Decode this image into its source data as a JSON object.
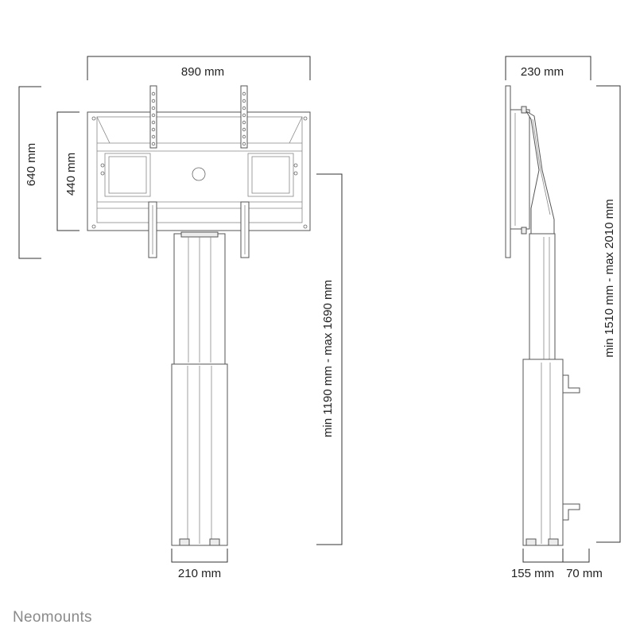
{
  "brand": {
    "name": "Neomounts"
  },
  "front_view": {
    "width_label": "890 mm",
    "overall_height_label": "640 mm",
    "interface_height_label": "440 mm",
    "height_range_label": "min 1190 mm - max 1690 mm",
    "column_width_label": "210 mm"
  },
  "side_view": {
    "depth_label": "230 mm",
    "height_range_label": "min 1510 mm - max 2010 mm",
    "base_depth_label": "155 mm",
    "offset_label": "70 mm"
  }
}
